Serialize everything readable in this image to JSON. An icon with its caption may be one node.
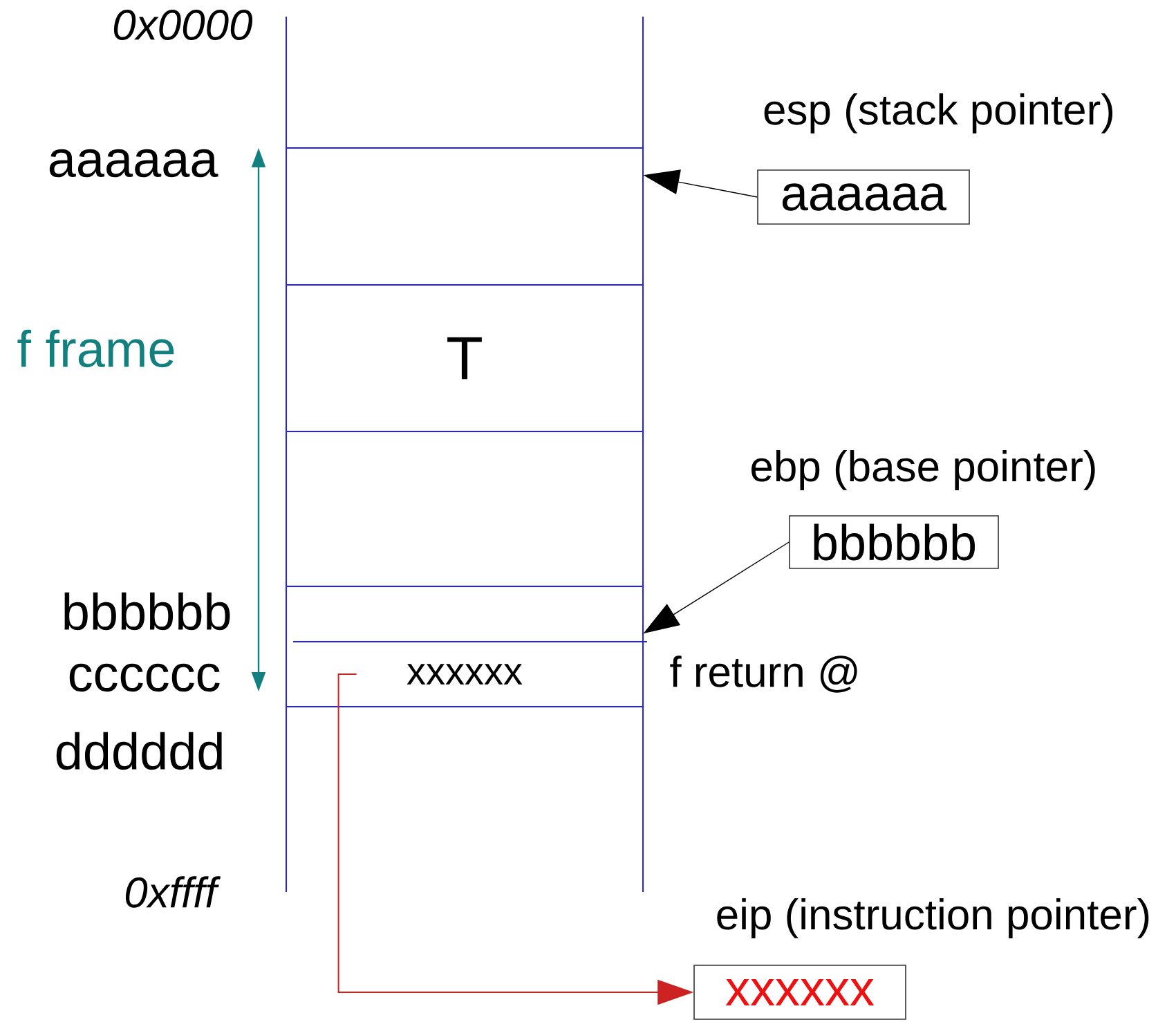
{
  "diagram": {
    "nodes": [
      {
        "text": [],
        "shape": "box"
      },
      {
        "text": [],
        "shape": "box"
      },
      {
        "text": [
          "T"
        ]
      },
      {
        "text": [],
        "shape": "box"
      },
      {
        "text": [],
        "shape": "box"
      },
      {
        "text": [
          "xxxxxx"
        ],
        "beside": [
          "f return @"
        ]
      },
      {
        "text": [
          "aaaaaa"
        ],
        "beside": [
          "esp (stack pointer)"
        ]
      },
      {
        "text": [
          "bbbbbb"
        ],
        "beside": [
          "ebp (base pointer)"
        ]
      },
      {
        "text": [
          "xxxxxx"
        ],
        "beside": [
          "eip (instruction pointer)"
        ]
      }
    ],
    "edges": [
      {
        "from": 6,
        "to": 1,
        "arrow": "to"
      },
      {
        "from": 7,
        "to": 4,
        "arrow": "to"
      },
      {
        "from": 5,
        "to": 8,
        "arrow": "to",
        "color": "#cc2222"
      }
    ],
    "labels": [
      "0x0000",
      "aaaaaa",
      "f frame",
      "bbbbbb",
      "cccccc",
      "dddddd",
      "0xffff"
    ]
  }
}
